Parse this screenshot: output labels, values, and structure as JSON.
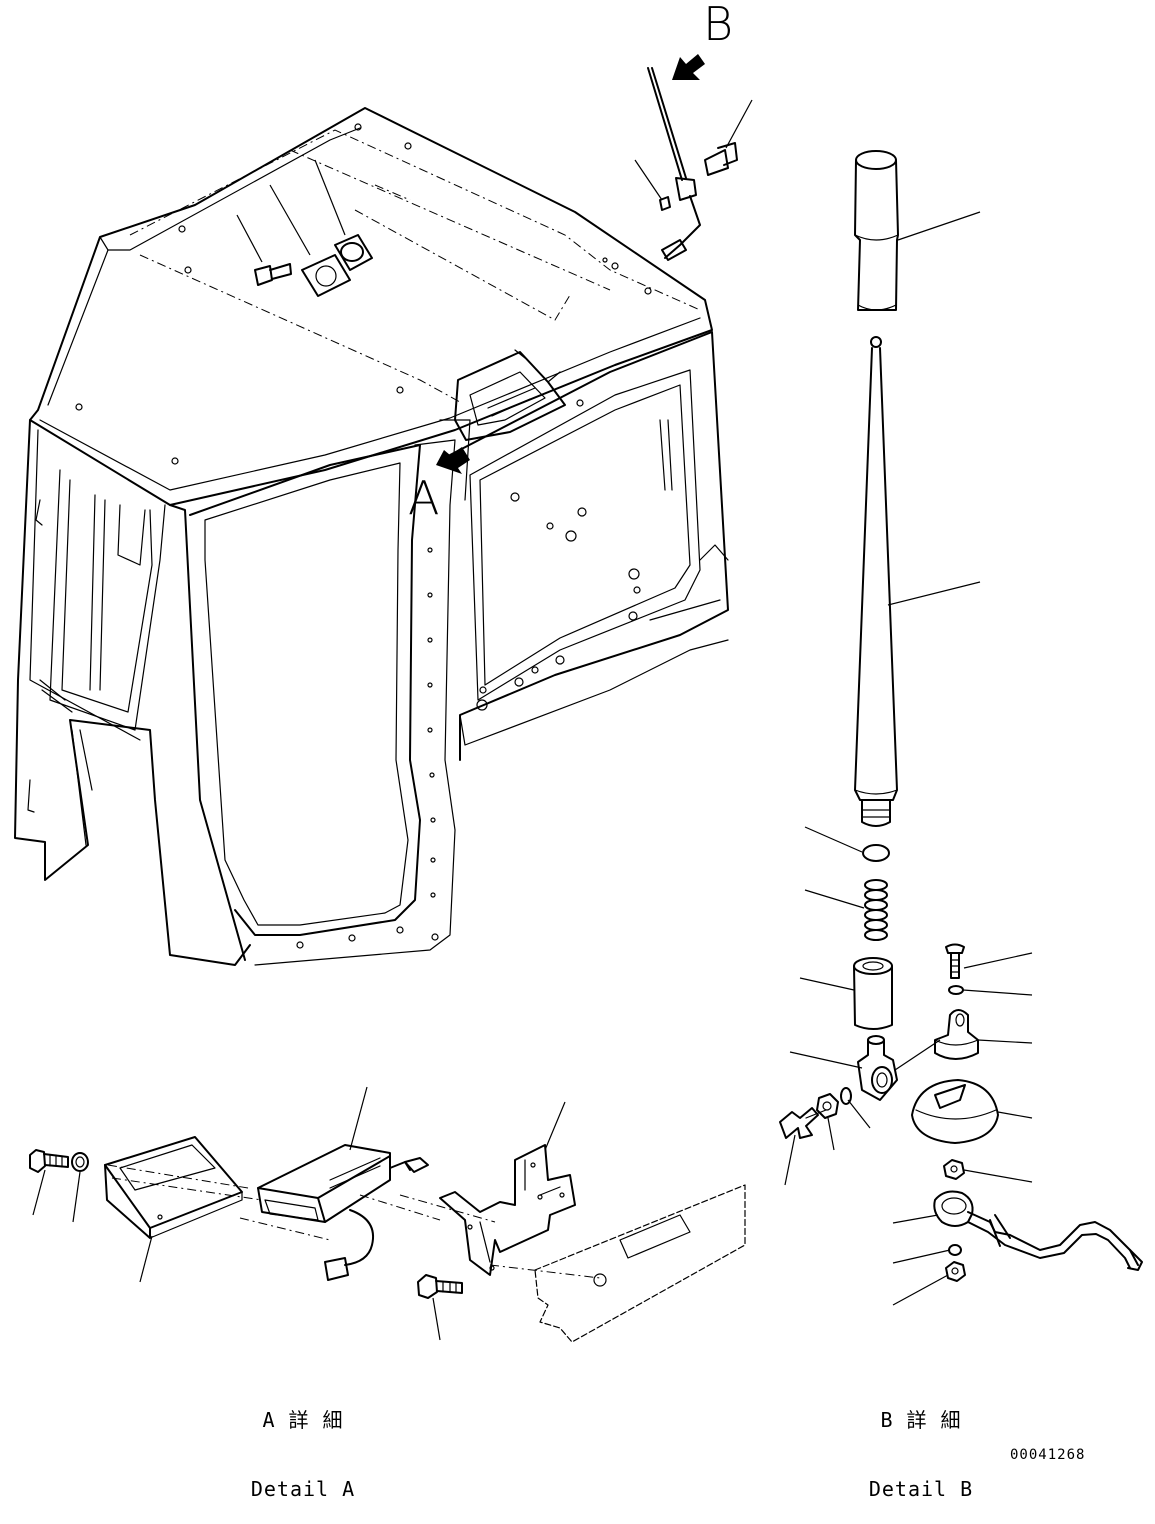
{
  "view_labels": {
    "a": "A",
    "b": "B"
  },
  "detail_a": {
    "title_jp": "A 詳 細",
    "title_en": "Detail A"
  },
  "detail_b": {
    "title_jp": "B 詳 細",
    "title_en": "Detail B"
  },
  "drawing_code": "00041268"
}
